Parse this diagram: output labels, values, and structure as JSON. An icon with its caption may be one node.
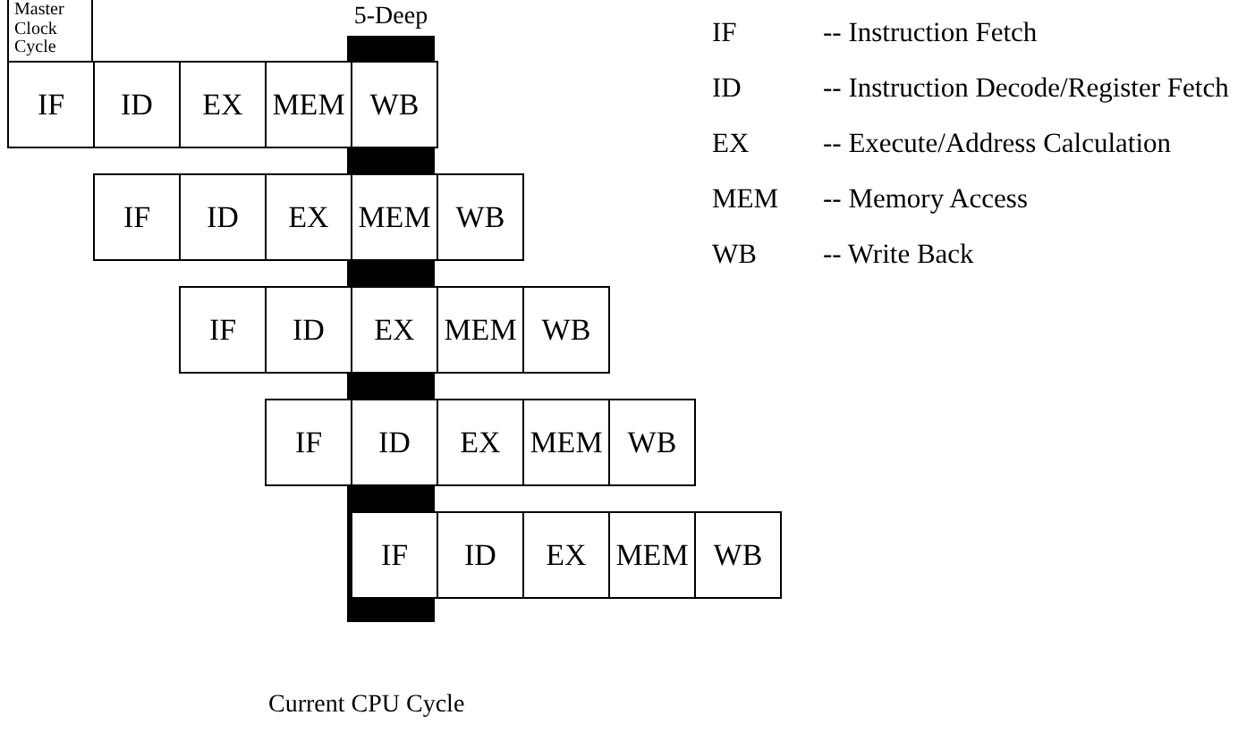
{
  "diagram": {
    "nodes": [
      {
        "text": [
          "Master Clock Cycle"
        ]
      },
      {
        "text": [
          "IF"
        ]
      },
      {
        "text": [
          "ID"
        ]
      },
      {
        "text": [
          "EX"
        ]
      },
      {
        "text": [
          "MEM"
        ]
      },
      {
        "text": [
          "WB"
        ]
      },
      {
        "text": [
          "IF"
        ]
      },
      {
        "text": [
          "ID"
        ]
      },
      {
        "text": [
          "EX"
        ]
      },
      {
        "text": [
          "MEM"
        ]
      },
      {
        "text": [
          "WB"
        ]
      },
      {
        "text": [
          "IF"
        ]
      },
      {
        "text": [
          "ID"
        ]
      },
      {
        "text": [
          "EX"
        ]
      },
      {
        "text": [
          "MEM"
        ]
      },
      {
        "text": [
          "WB"
        ]
      },
      {
        "text": [
          "IF"
        ]
      },
      {
        "text": [
          "ID"
        ]
      },
      {
        "text": [
          "EX"
        ]
      },
      {
        "text": [
          "MEM"
        ]
      },
      {
        "text": [
          "WB"
        ]
      },
      {
        "text": [
          "IF"
        ]
      },
      {
        "text": [
          "ID"
        ]
      },
      {
        "text": [
          "EX"
        ]
      },
      {
        "text": [
          "MEM"
        ]
      },
      {
        "text": [
          "WB"
        ]
      }
    ],
    "edges": [],
    "labels": [
      "5-Deep",
      "IF",
      "-- Instruction Fetch",
      "ID",
      "-- Instruction Decode/Register Fetch",
      "EX",
      "-- Execute/Address Calculation",
      "MEM",
      "-- Memory Access",
      "WB",
      "-- Write Back",
      "Current CPU Cycle"
    ]
  }
}
